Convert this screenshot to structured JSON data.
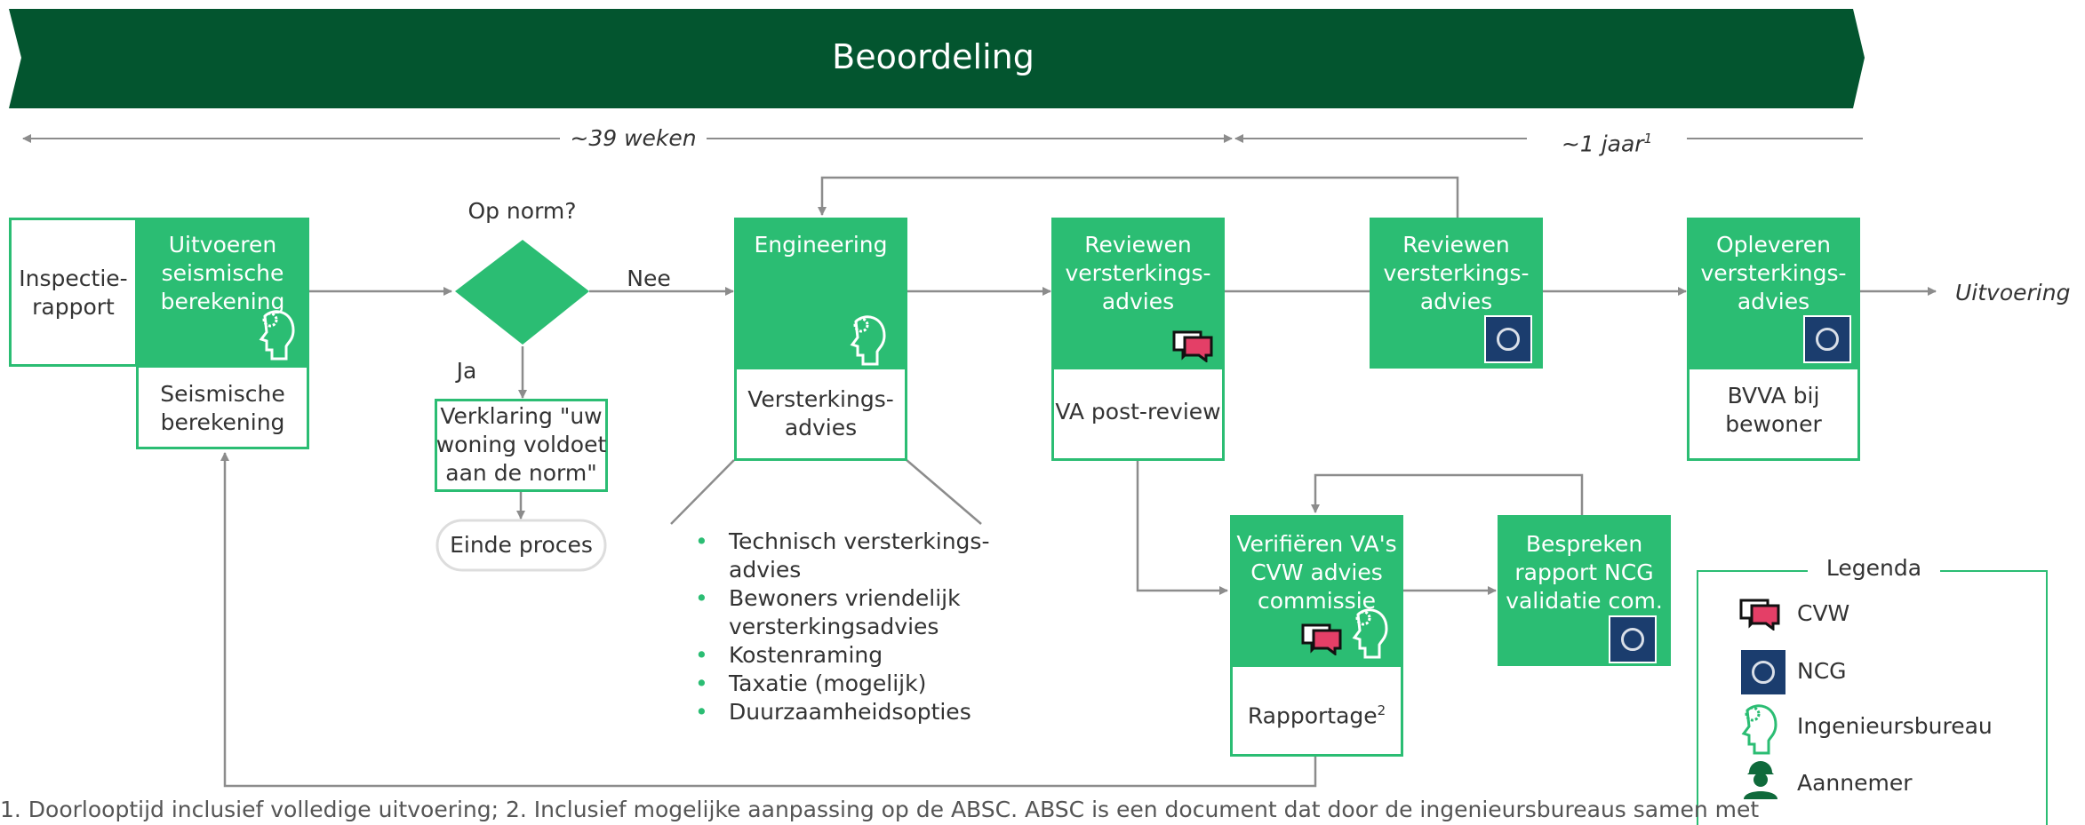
{
  "header": {
    "title": "Beoordeling"
  },
  "timeline": {
    "span_1": "~39 weken",
    "span_2_base": "~1 jaar",
    "span_2_sup": "1"
  },
  "steps": {
    "inspection_report": "Inspectie-\nrapport",
    "seismic_calc": "Uitvoeren\nseismische\nberekening",
    "seismic_calc_output": "Seismische\nberekening",
    "decision": "Op norm?",
    "decision_no": "Nee",
    "decision_yes": "Ja",
    "declaration": "Verklaring \"uw\nwoning voldoet\naan de norm\"",
    "end_process": "Einde proces",
    "engineering": "Engineering",
    "engineering_output": "Versterkings-\nadvies",
    "review_cvw": "Reviewen\nversterkings-\nadvies",
    "review_cvw_output": "VA post-review",
    "review_ncg": "Reviewen\nversterkings-\nadvies",
    "deliver": "Opleveren\nversterkings-\nadvies",
    "deliver_output": "BVVA bij\nbewoner",
    "next_phase": "Uitvoering",
    "verify": "Verifiëren VA's\nCVW advies\ncommissie",
    "verify_output_base": "Rapportage",
    "verify_output_sup": "2",
    "discuss": "Bespreken\nrapport NCG\nvalidatie com."
  },
  "engineering_details": [
    "Technisch versterkings-\nadvies",
    "Bewoners vriendelijk\nversterkingsadvies",
    "Kostenraming",
    "Taxatie (mogelijk)",
    "Duurzaamheidsopties"
  ],
  "legend": {
    "title": "Legenda",
    "items": [
      "CVW",
      "NCG",
      "Ingenieursbureau",
      "Aannemer"
    ]
  },
  "footnote": "1. Doorlooptijd inclusief volledige uitvoering; 2. Inclusief mogelijke aanpassing op de ABSC. ABSC is een document dat door de ingenieursbureaus samen met",
  "colors": {
    "banner": "#03552f",
    "box": "#2bbd73",
    "arrow": "#8c8c8c",
    "cvw": "#e43f67",
    "ncg": "#1b3d6e",
    "aannemer": "#0f6a3b"
  }
}
